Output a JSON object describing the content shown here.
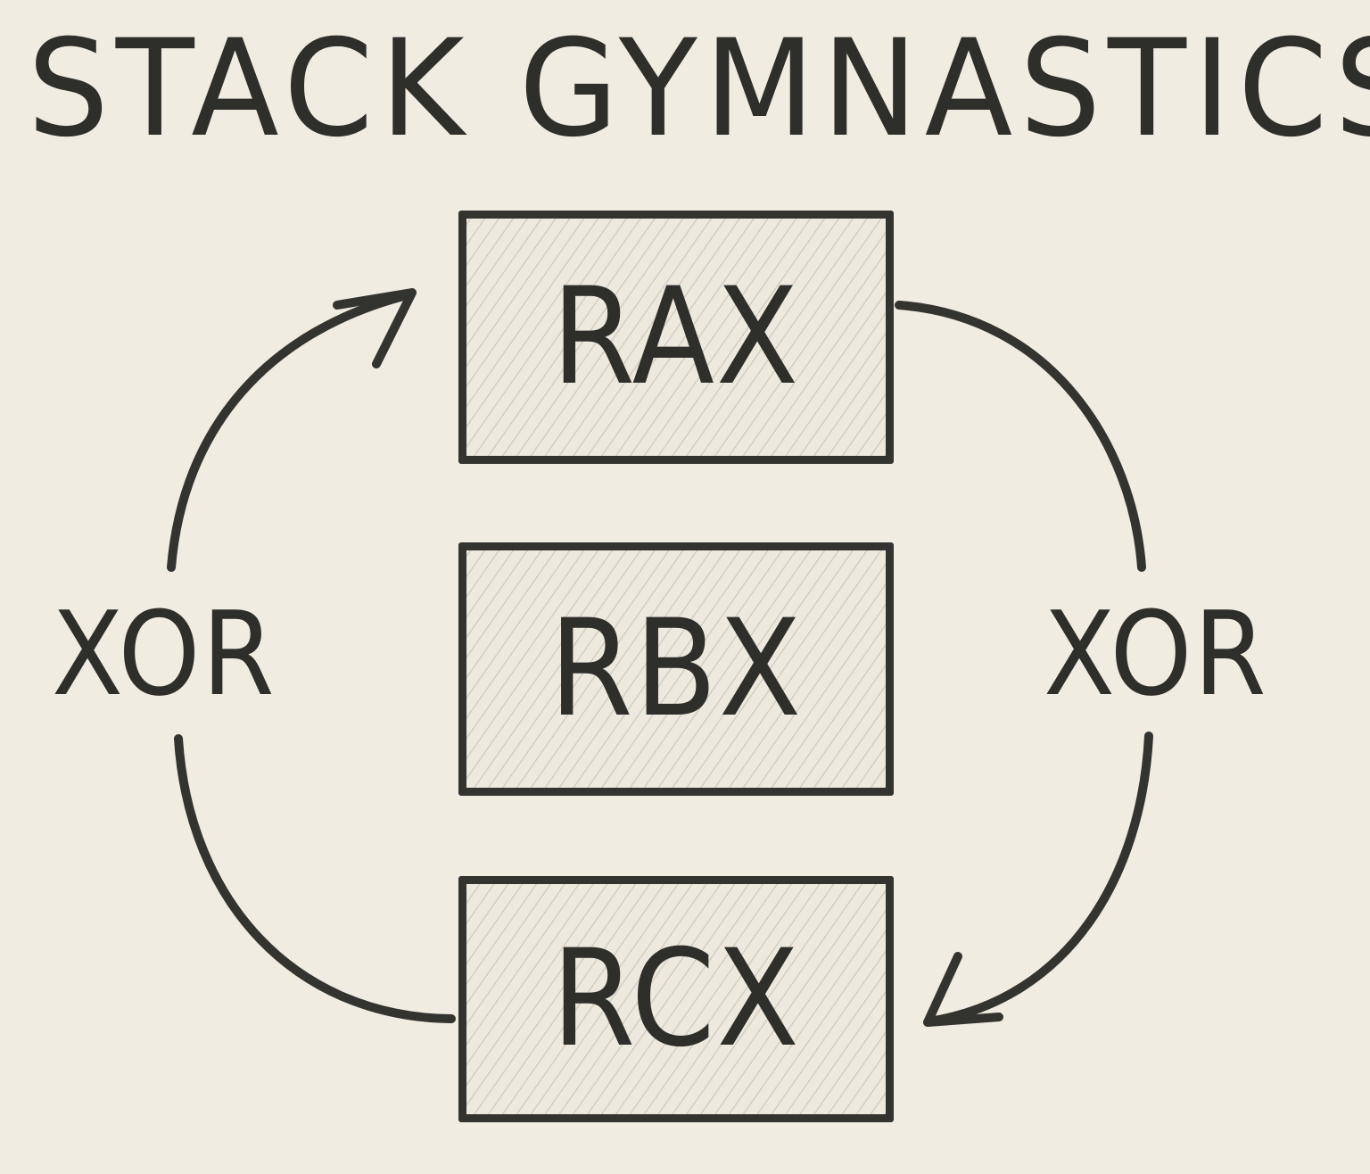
{
  "title": "STACK GYMNASTICS",
  "registers": [
    {
      "label": "RAX"
    },
    {
      "label": "RBX"
    },
    {
      "label": "RCX"
    }
  ],
  "operations": {
    "left": "XOR",
    "right": "XOR"
  },
  "colors": {
    "background": "#f1ece2",
    "ink": "#2e2e2b"
  }
}
